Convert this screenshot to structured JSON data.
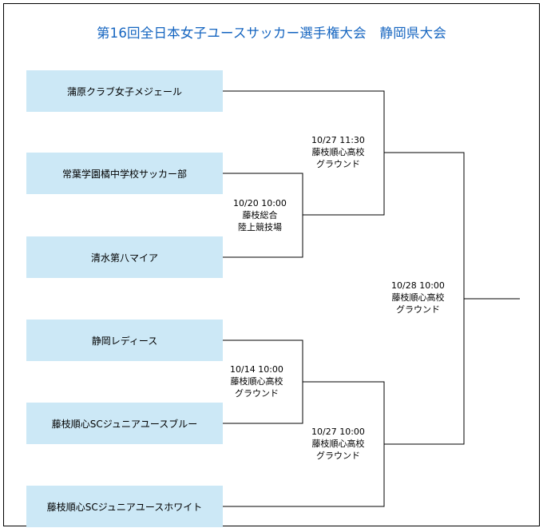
{
  "title": "第16回全日本女子ユースサッカー選手権大会　静岡県大会",
  "teams": [
    "蒲原クラブ女子メジェール",
    "常葉学園橘中学校サッカー部",
    "清水第八マイア",
    "静岡レディース",
    "藤枝順心SCジュニアユースブルー",
    "藤枝順心SCジュニアユースホワイト"
  ],
  "matches": {
    "m1": {
      "datetime": "10/20 10:00",
      "venue_line1": "藤枝総合",
      "venue_line2": "陸上競技場"
    },
    "m2": {
      "datetime": "10/14 10:00",
      "venue_line1": "藤枝順心高校",
      "venue_line2": "グラウンド"
    },
    "sf1": {
      "datetime": "10/27 11:30",
      "venue_line1": "藤枝順心高校",
      "venue_line2": "グラウンド"
    },
    "sf2": {
      "datetime": "10/27 10:00",
      "venue_line1": "藤枝順心高校",
      "venue_line2": "グラウンド"
    },
    "final": {
      "datetime": "10/28 10:00",
      "venue_line1": "藤枝順心高校",
      "venue_line2": "グラウンド"
    }
  }
}
